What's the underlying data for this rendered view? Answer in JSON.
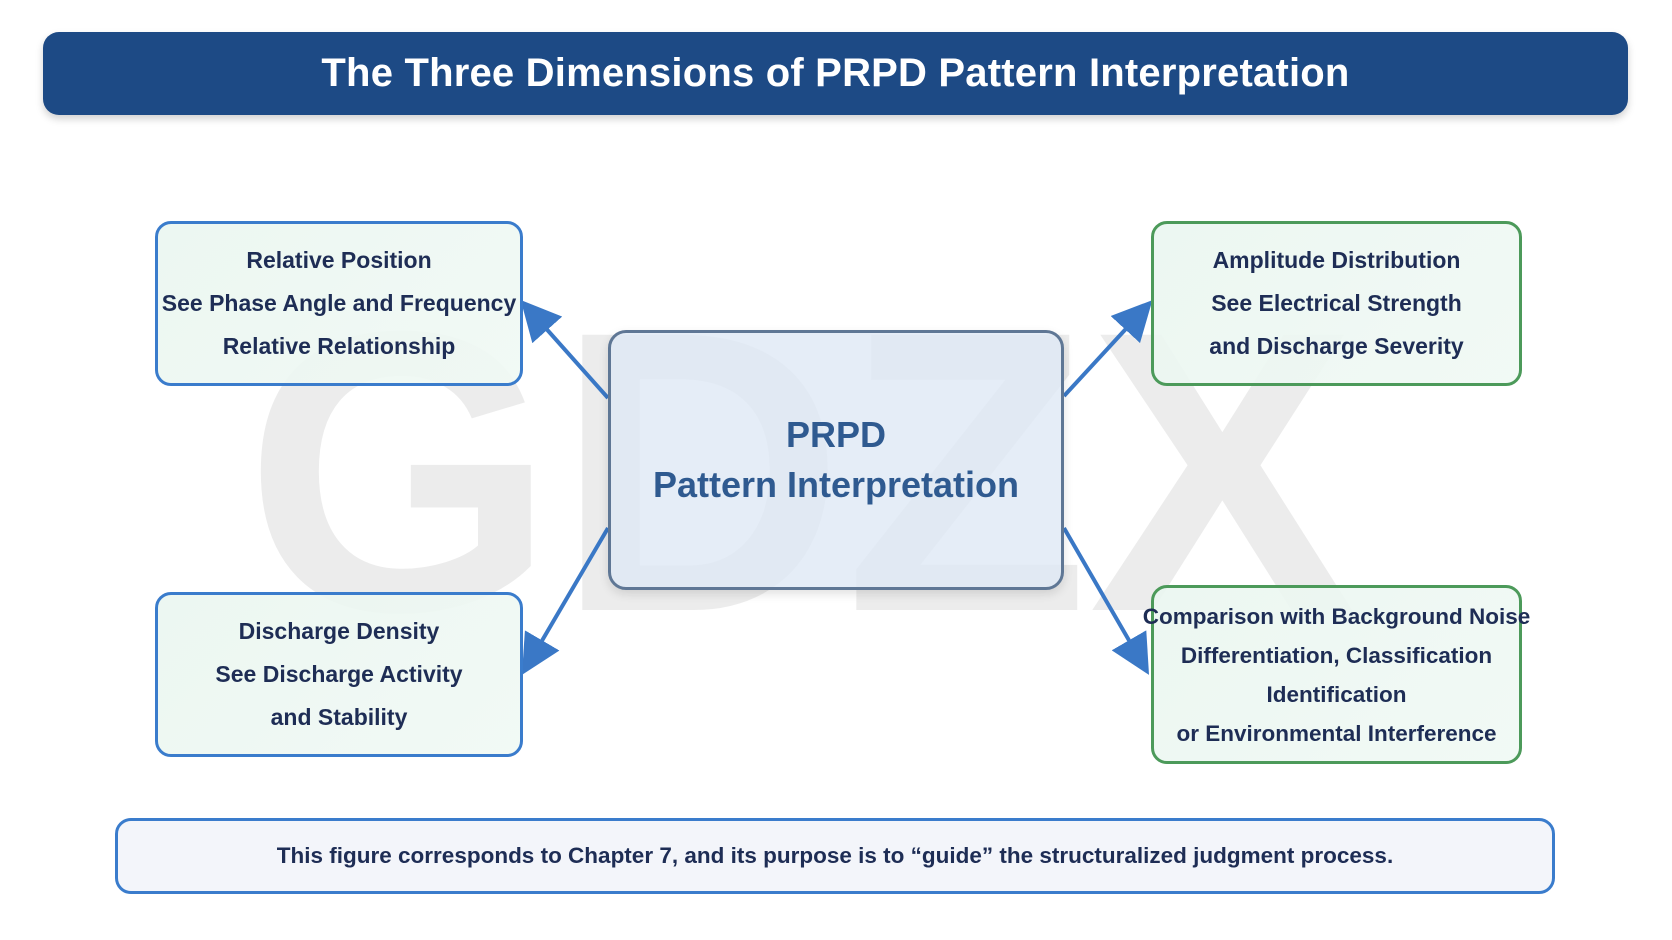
{
  "title": "The Three Dimensions of PRPD Pattern Interpretation",
  "center": {
    "lines": [
      "PRPD",
      "Pattern Interpretation"
    ]
  },
  "dimensions": [
    {
      "id": "top-left",
      "lines": [
        "Relative Position",
        "See Phase Angle and Frequency",
        "Relative Relationship"
      ]
    },
    {
      "id": "top-right",
      "lines": [
        "Amplitude Distribution",
        "See Electrical Strength",
        "and Discharge Severity"
      ]
    },
    {
      "id": "bottom-left",
      "lines": [
        "Discharge Density",
        "See Discharge Activity",
        "and Stability"
      ]
    },
    {
      "id": "bottom-right",
      "lines": [
        "Comparison with Background Noise",
        "Differentiation, Classification",
        "Identification",
        "or Environmental Interference"
      ]
    }
  ],
  "footer": "This figure corresponds to Chapter 7, and its purpose is to “guide” the structuralized judgment process.",
  "watermark": "GDZX",
  "colors": {
    "title_bar": "#1d4a85",
    "box_border_blue": "#3a7ccc",
    "box_border_green": "#4c9a5a",
    "box_fill": "#eef8f2",
    "center_fill": "#dee8f5",
    "arrow": "#3a78c6",
    "text_dark": "#1e2d55",
    "center_text": "#2f5a90"
  }
}
